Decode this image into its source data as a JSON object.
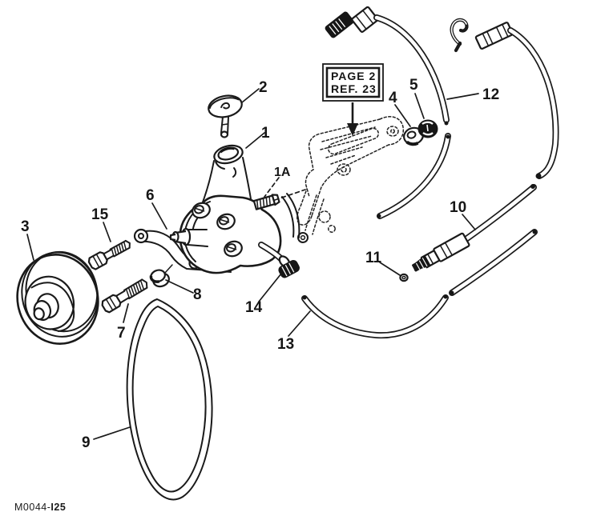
{
  "diagram": {
    "ink_color": "#1a1a1a",
    "paper_color": "#ffffff",
    "ref_box": {
      "line1": "PAGE 2",
      "line2": "REF. 23"
    },
    "callouts": [
      "1",
      "1A",
      "2",
      "3",
      "4",
      "5",
      "6",
      "7",
      "8",
      "9",
      "10",
      "11",
      "12",
      "13",
      "14",
      "15"
    ],
    "footer_code": {
      "normal": "M0044-",
      "bold": "I25"
    }
  }
}
